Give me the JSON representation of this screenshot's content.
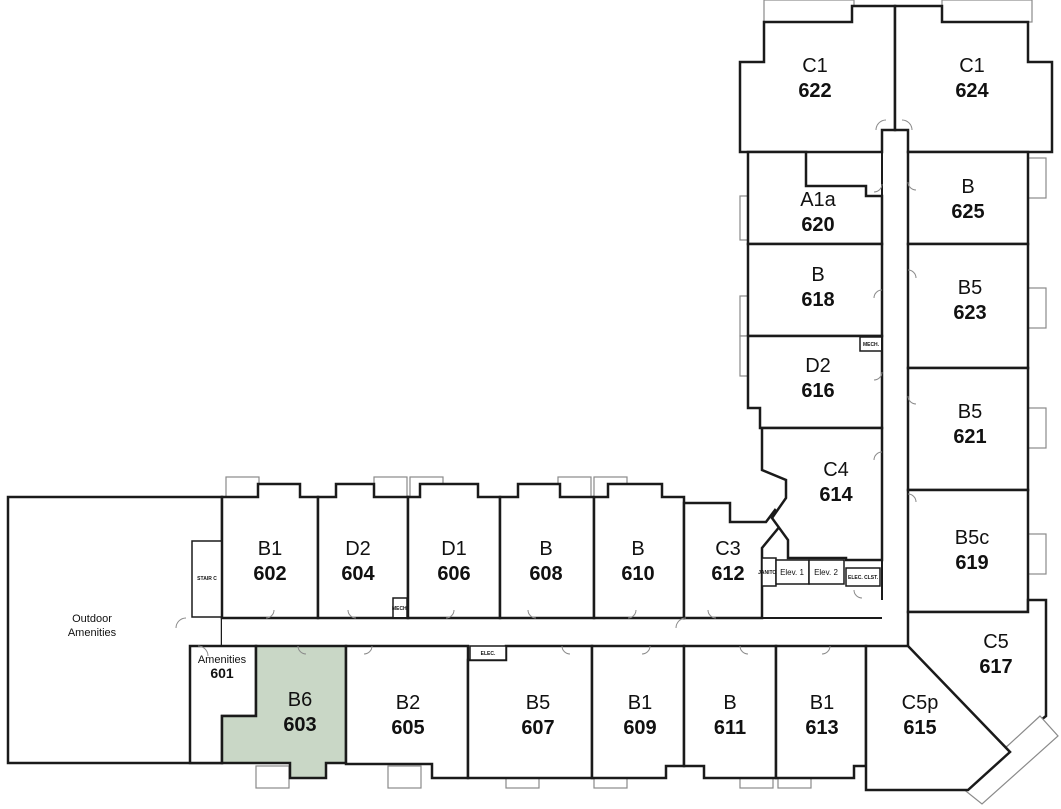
{
  "selected_unit": "603",
  "colors": {
    "selected": "#c9d7c6",
    "wall": "#1a1a1a",
    "balcony": "#8a8a8a"
  },
  "units": {
    "u622": {
      "type": "C1",
      "number": "622"
    },
    "u624": {
      "type": "C1",
      "number": "624"
    },
    "u620": {
      "type": "A1a",
      "number": "620"
    },
    "u625": {
      "type": "B",
      "number": "625"
    },
    "u618": {
      "type": "B",
      "number": "618"
    },
    "u623": {
      "type": "B5",
      "number": "623"
    },
    "u616": {
      "type": "D2",
      "number": "616"
    },
    "u621": {
      "type": "B5",
      "number": "621"
    },
    "u614": {
      "type": "C4",
      "number": "614"
    },
    "u619": {
      "type": "B5c",
      "number": "619"
    },
    "u617": {
      "type": "C5",
      "number": "617"
    },
    "u602": {
      "type": "B1",
      "number": "602"
    },
    "u604": {
      "type": "D2",
      "number": "604"
    },
    "u606": {
      "type": "D1",
      "number": "606"
    },
    "u608": {
      "type": "B",
      "number": "608"
    },
    "u610": {
      "type": "B",
      "number": "610"
    },
    "u612": {
      "type": "C3",
      "number": "612"
    },
    "u603": {
      "type": "B6",
      "number": "603"
    },
    "u605": {
      "type": "B2",
      "number": "605"
    },
    "u607": {
      "type": "B5",
      "number": "607"
    },
    "u609": {
      "type": "B1",
      "number": "609"
    },
    "u611": {
      "type": "B",
      "number": "611"
    },
    "u613": {
      "type": "B1",
      "number": "613"
    },
    "u615": {
      "type": "C5p",
      "number": "615"
    }
  },
  "amenities": {
    "type": "Amenities",
    "number": "601"
  },
  "outdoor": {
    "line1": "Outdoor",
    "line2": "Amenities"
  },
  "utility": {
    "elev1": "Elev. 1",
    "elev2": "Elev. 2",
    "elec_clst": "ELEC. CLST.",
    "elec": "ELEC.",
    "mech_top": "MECH.",
    "mech_bottom": "MECH.",
    "janitor": "JANITOR",
    "stair": "STAIR C"
  }
}
